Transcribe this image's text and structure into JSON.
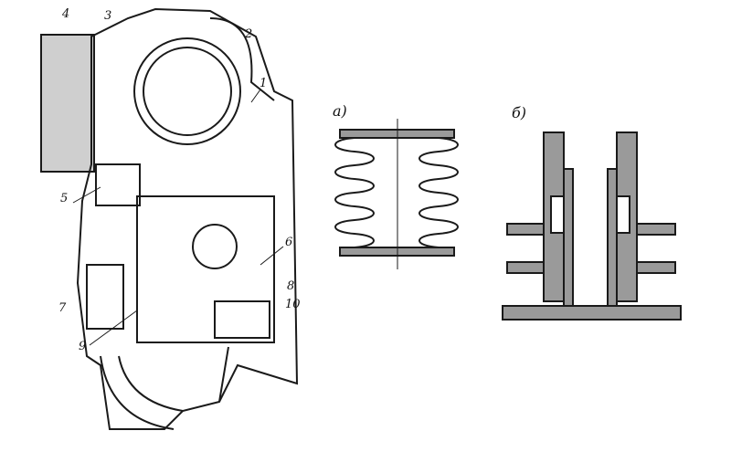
{
  "figure": {
    "part_labels": [
      "1",
      "2",
      "3",
      "4",
      "5",
      "6",
      "7",
      "8",
      "9",
      "10"
    ],
    "subfigure_a": "а)",
    "subfigure_b": "б)"
  },
  "colors": {
    "ink": "#1a1a1a",
    "hatch": "#9a9a9a",
    "paper": "#ffffff"
  }
}
